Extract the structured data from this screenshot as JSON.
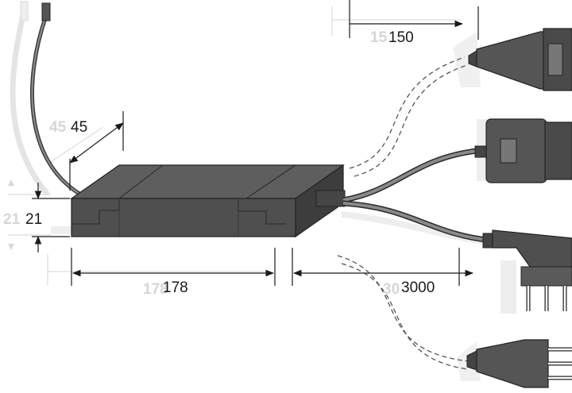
{
  "dimensions": {
    "depth": "45",
    "height": "21",
    "width": "178",
    "plug_cable": "150",
    "cable_length": "3000"
  },
  "ghost_dimensions": {
    "depth": "45",
    "height": "21",
    "width": "178",
    "plug_cable": "15",
    "cable_length": "30"
  },
  "colors": {
    "housing_top": "#5c5c5c",
    "housing_front": "#4d4d4d",
    "housing_side": "#3b3b3b",
    "cable": "#7a7a7a",
    "connector": "#555555",
    "ghost": "#e6e6e6",
    "dimension_line": "#1a1a1a"
  }
}
